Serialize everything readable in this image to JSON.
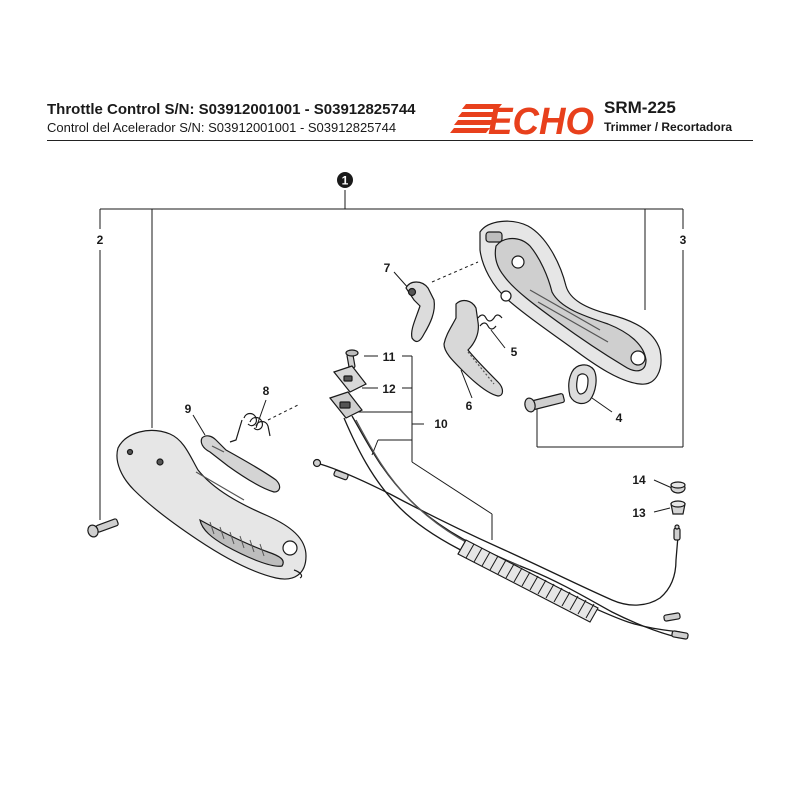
{
  "header": {
    "title_en": "Throttle Control S/N: S03912001001 - S03912825744",
    "title_es": "Control del Acelerador S/N: S03912001001 - S03912825744",
    "brand": "ECHO",
    "model": "SRM-225",
    "product_type": "Trimmer / Recortadora"
  },
  "colors": {
    "brand_red": "#e8401c",
    "ink": "#1a1a1a",
    "part_fill": "#e6e6e6",
    "part_dark": "#555555"
  },
  "callouts": {
    "assembly": "1",
    "p2": "2",
    "p3": "3",
    "p4": "4",
    "p5": "5",
    "p6": "6",
    "p7": "7",
    "p8": "8",
    "p9": "9",
    "p10": "10",
    "p11": "11",
    "p12": "12",
    "p13": "13",
    "p14": "14"
  }
}
